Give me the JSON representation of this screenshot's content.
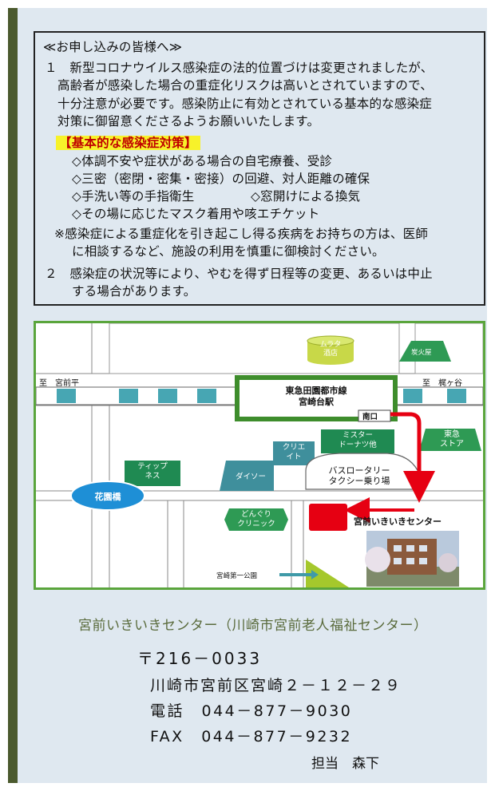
{
  "notice": {
    "heading": "≪お申し込みの皆様へ≫",
    "item1_lines": [
      "１　新型コロナウイルス感染症の法的位置づけは変更されましたが、",
      "高齢者が感染した場合の重症化リスクは高いとされていますので、",
      "十分注意が必要です。感染防止に有効とされている基本的な感染症",
      "対策に御留意くださるようお願いいたします。"
    ],
    "measures_title": "【基本的な感染症対策】",
    "measures": [
      "◇体調不安や症状がある場合の自宅療養、受診",
      "◇三密（密閉・密集・密接）の回避、対人距離の確保",
      "◇手洗い等の手指衛生",
      "◇窓開けによる換気",
      "◇その場に応じたマスク着用や咳エチケット"
    ],
    "note_lines": [
      "※感染症による重症化を引き起こし得る疾病をお持ちの方は、医師",
      "に相談するなど、施設の利用を慎重に御検討ください。"
    ],
    "item2_lines": [
      "２　感染症の状況等により、やむを得ず日程等の変更、あるいは中止",
      "する場合があります。"
    ]
  },
  "map": {
    "murata": "ムラタ\n酒店",
    "yakitori": "炭火屋",
    "to_miyamaedaira": "至　宮前平",
    "to_kajigaya": "至　梶ヶ谷",
    "station": "東急田園都市線\n宮崎台駅",
    "south_exit": "南口",
    "tokyu_store": "東急\nストア",
    "mister_donut": "ミスター\nドーナツ他",
    "creite": "クリエ\nイト",
    "tipness": "ティップ\nネス",
    "daiso": "ダイソー",
    "bus_rotary": "バスロータリー\nタクシー乗り場",
    "hanazonobashi": "花園橋",
    "donguri": "どんぐり\nクリニック",
    "center_label": "宮前いきいきセンター",
    "park": "宮崎第一公園"
  },
  "address": {
    "org": "宮前いきいきセンター（川崎市宮前老人福祉センター）",
    "postal": "〒216－0033",
    "street": "川崎市宮前区宮崎２－１２－２９",
    "tel": "電話　044－877－9030",
    "fax": "FAX　044－877－9232",
    "contact": "担当　森下"
  },
  "colors": {
    "green_dark": "#1f8a52",
    "teal_map": "#3f9aa8",
    "center_red": "#e60012",
    "border_green": "#5aa53c",
    "org_text": "#5a6b3c"
  }
}
